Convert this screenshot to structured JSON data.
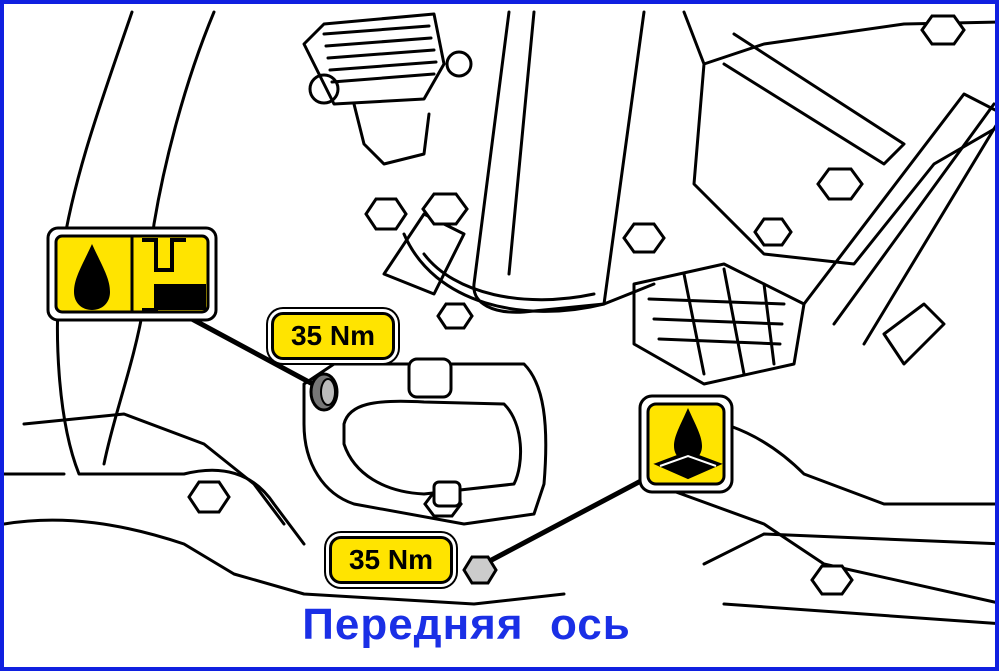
{
  "colors": {
    "frame_border": "#1020e0",
    "label_fill": "#ffe400",
    "caption_text": "#1a2fe6",
    "line_art": "#000000"
  },
  "icons": {
    "oil_fill_level": "oil-fill-level-icon",
    "oil_drain": "oil-drain-icon"
  },
  "labels": {
    "upper_torque": "35 Nm",
    "lower_torque": "35 Nm"
  },
  "caption": "Передняя  ось"
}
